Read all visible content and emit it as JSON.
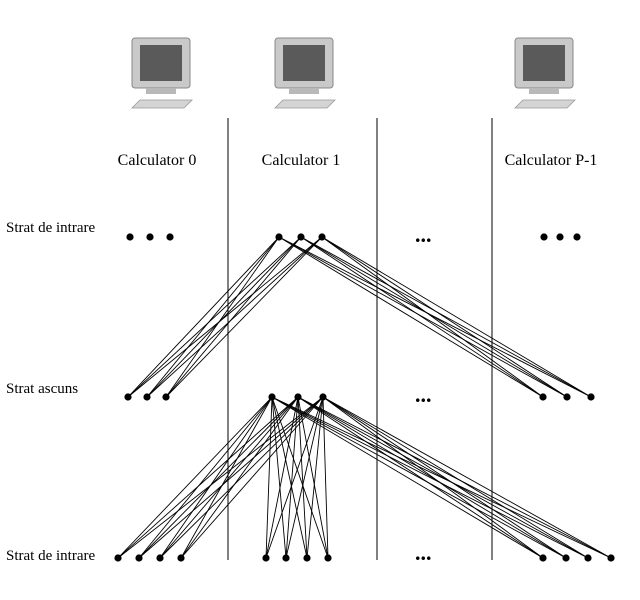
{
  "computers": [
    {
      "label": "Calculator 0",
      "icon": "computer-icon"
    },
    {
      "label": "Calculator 1",
      "icon": "computer-icon"
    },
    {
      "label": "Calculator P-1",
      "icon": "computer-icon"
    }
  ],
  "rows": {
    "input_top": "Strat de intrare",
    "hidden": "Strat ascuns",
    "input_bottom": "Strat de intrare"
  },
  "ellipsis": "..."
}
